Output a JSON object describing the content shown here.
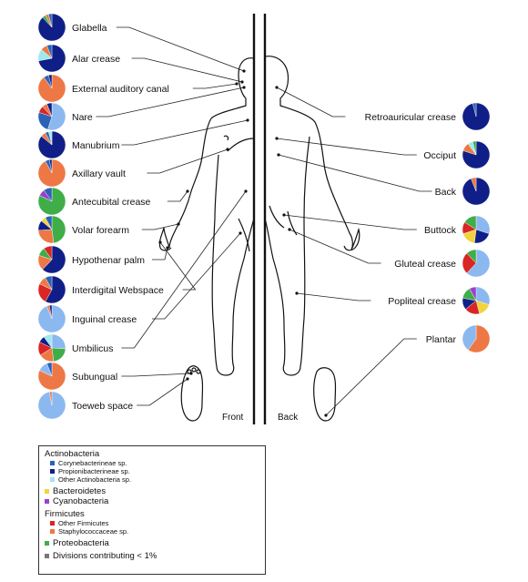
{
  "colors": {
    "coryne": "#2b62b8",
    "propioni": "#101f87",
    "otherActino": "#9ee8ee",
    "bacteroidetes": "#f2d33c",
    "cyanobacteria": "#9a3fd0",
    "otherFirmicutes": "#d92525",
    "staph": "#ee7845",
    "proteobacteria": "#3fae48",
    "minor": "#777777",
    "light": "#8cb8f0"
  },
  "icons": [
    "body-front-outline",
    "body-back-outline",
    "foot-outline"
  ],
  "captions": {
    "front": "Front",
    "back": "Back"
  },
  "sites": [
    {
      "label": "Glabella",
      "side": "left",
      "slices": [
        [
          "propioni",
          88
        ],
        [
          "proteobacteria",
          4
        ],
        [
          "staph",
          4
        ],
        [
          "coryne",
          4
        ]
      ]
    },
    {
      "label": "Alar crease",
      "side": "left",
      "slices": [
        [
          "propioni",
          72
        ],
        [
          "otherActino",
          14
        ],
        [
          "staph",
          8
        ],
        [
          "coryne",
          6
        ]
      ]
    },
    {
      "label": "External auditory canal",
      "side": "left",
      "slices": [
        [
          "staph",
          90
        ],
        [
          "coryne",
          6
        ],
        [
          "propioni",
          4
        ]
      ]
    },
    {
      "label": "Nare",
      "side": "left",
      "slices": [
        [
          "light",
          55
        ],
        [
          "coryne",
          25
        ],
        [
          "otherFirmicutes",
          8
        ],
        [
          "staph",
          6
        ],
        [
          "propioni",
          6
        ]
      ]
    },
    {
      "label": "Manubrium",
      "side": "left",
      "slices": [
        [
          "propioni",
          86
        ],
        [
          "staph",
          6
        ],
        [
          "coryne",
          4
        ],
        [
          "otherActino",
          4
        ]
      ]
    },
    {
      "label": "Axillary vault",
      "side": "left",
      "slices": [
        [
          "staph",
          92
        ],
        [
          "coryne",
          5
        ],
        [
          "propioni",
          3
        ]
      ]
    },
    {
      "label": "Antecubital crease",
      "side": "left",
      "slices": [
        [
          "proteobacteria",
          82
        ],
        [
          "cyanobacteria",
          8
        ],
        [
          "coryne",
          10
        ]
      ]
    },
    {
      "label": "Volar forearm",
      "side": "left",
      "slices": [
        [
          "proteobacteria",
          48
        ],
        [
          "staph",
          26
        ],
        [
          "propioni",
          12
        ],
        [
          "bacteroidetes",
          6
        ],
        [
          "coryne",
          8
        ]
      ]
    },
    {
      "label": "Hypothenar palm",
      "side": "left",
      "slices": [
        [
          "propioni",
          62
        ],
        [
          "staph",
          18
        ],
        [
          "proteobacteria",
          10
        ],
        [
          "otherFirmicutes",
          10
        ]
      ]
    },
    {
      "label": "Interdigital Webspace",
      "side": "left",
      "slices": [
        [
          "propioni",
          58
        ],
        [
          "otherFirmicutes",
          24
        ],
        [
          "staph",
          10
        ],
        [
          "coryne",
          8
        ]
      ]
    },
    {
      "label": "Inguinal crease",
      "side": "left",
      "slices": [
        [
          "light",
          94
        ],
        [
          "staph",
          3
        ],
        [
          "propioni",
          3
        ]
      ]
    },
    {
      "label": "Umbilicus",
      "side": "left",
      "slices": [
        [
          "light",
          26
        ],
        [
          "proteobacteria",
          22
        ],
        [
          "staph",
          18
        ],
        [
          "otherFirmicutes",
          16
        ],
        [
          "propioni",
          8
        ],
        [
          "otherActino",
          10
        ]
      ]
    },
    {
      "label": "Subungual",
      "side": "left",
      "slices": [
        [
          "staph",
          82
        ],
        [
          "light",
          12
        ],
        [
          "coryne",
          6
        ]
      ]
    },
    {
      "label": "Toeweb space",
      "side": "left",
      "slices": [
        [
          "light",
          97
        ],
        [
          "staph",
          3
        ]
      ]
    },
    {
      "label": "Retroauricular crease",
      "side": "right",
      "slices": [
        [
          "propioni",
          96
        ],
        [
          "coryne",
          4
        ]
      ]
    },
    {
      "label": "Occiput",
      "side": "right",
      "slices": [
        [
          "propioni",
          80
        ],
        [
          "staph",
          10
        ],
        [
          "otherActino",
          6
        ],
        [
          "proteobacteria",
          4
        ]
      ]
    },
    {
      "label": "Back",
      "side": "right",
      "slices": [
        [
          "propioni",
          94
        ],
        [
          "staph",
          6
        ]
      ]
    },
    {
      "label": "Buttock",
      "side": "right",
      "slices": [
        [
          "light",
          30
        ],
        [
          "propioni",
          22
        ],
        [
          "bacteroidetes",
          18
        ],
        [
          "otherFirmicutes",
          14
        ],
        [
          "proteobacteria",
          16
        ]
      ]
    },
    {
      "label": "Gluteal crease",
      "side": "right",
      "slices": [
        [
          "light",
          62
        ],
        [
          "otherFirmicutes",
          26
        ],
        [
          "proteobacteria",
          12
        ]
      ]
    },
    {
      "label": "Popliteal crease",
      "side": "right",
      "slices": [
        [
          "light",
          30
        ],
        [
          "bacteroidetes",
          16
        ],
        [
          "otherFirmicutes",
          18
        ],
        [
          "propioni",
          14
        ],
        [
          "proteobacteria",
          14
        ],
        [
          "cyanobacteria",
          8
        ]
      ]
    },
    {
      "label": "Plantar",
      "side": "right",
      "slices": [
        [
          "staph",
          60
        ],
        [
          "light",
          40
        ]
      ]
    }
  ],
  "legend": {
    "actino": "Actinobacteria",
    "coryne": "Corynebacterineae sp.",
    "propioni": "Propionibacterineae sp.",
    "otherActino": "Other Actinobacteria sp.",
    "bacteroidetes": "Bacteroidetes",
    "cyanobacteria": "Cyanobacteria",
    "firmicutes": "Firmicutes",
    "otherFirmicutes": "Other Firmicutes",
    "staph": "Staphylococcaceae sp.",
    "proteobacteria": "Proteobacteria",
    "minor": "Divisions contributing < 1%"
  }
}
